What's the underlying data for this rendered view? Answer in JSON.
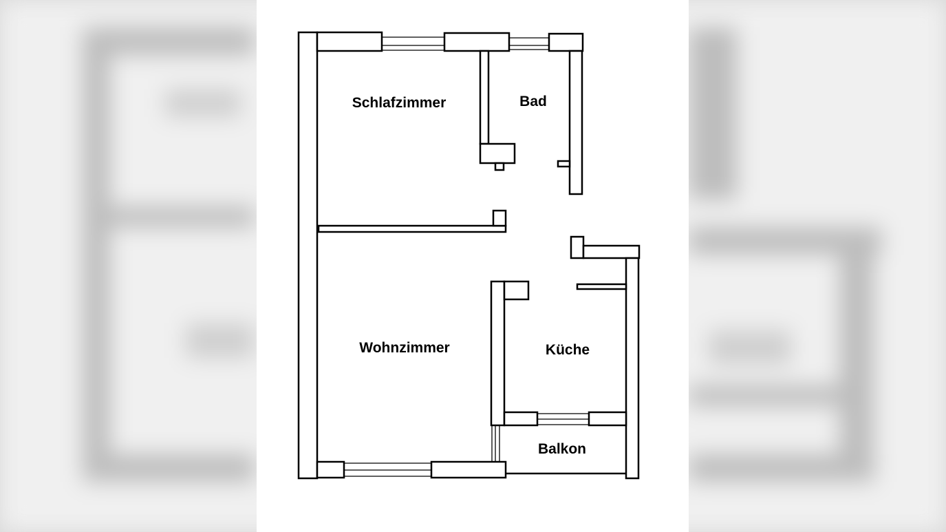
{
  "floor_plan": {
    "rooms": {
      "bedroom": "Schlafzimmer",
      "bathroom": "Bad",
      "living_room": "Wohnzimmer",
      "kitchen": "Küche",
      "balcony": "Balkon"
    }
  }
}
